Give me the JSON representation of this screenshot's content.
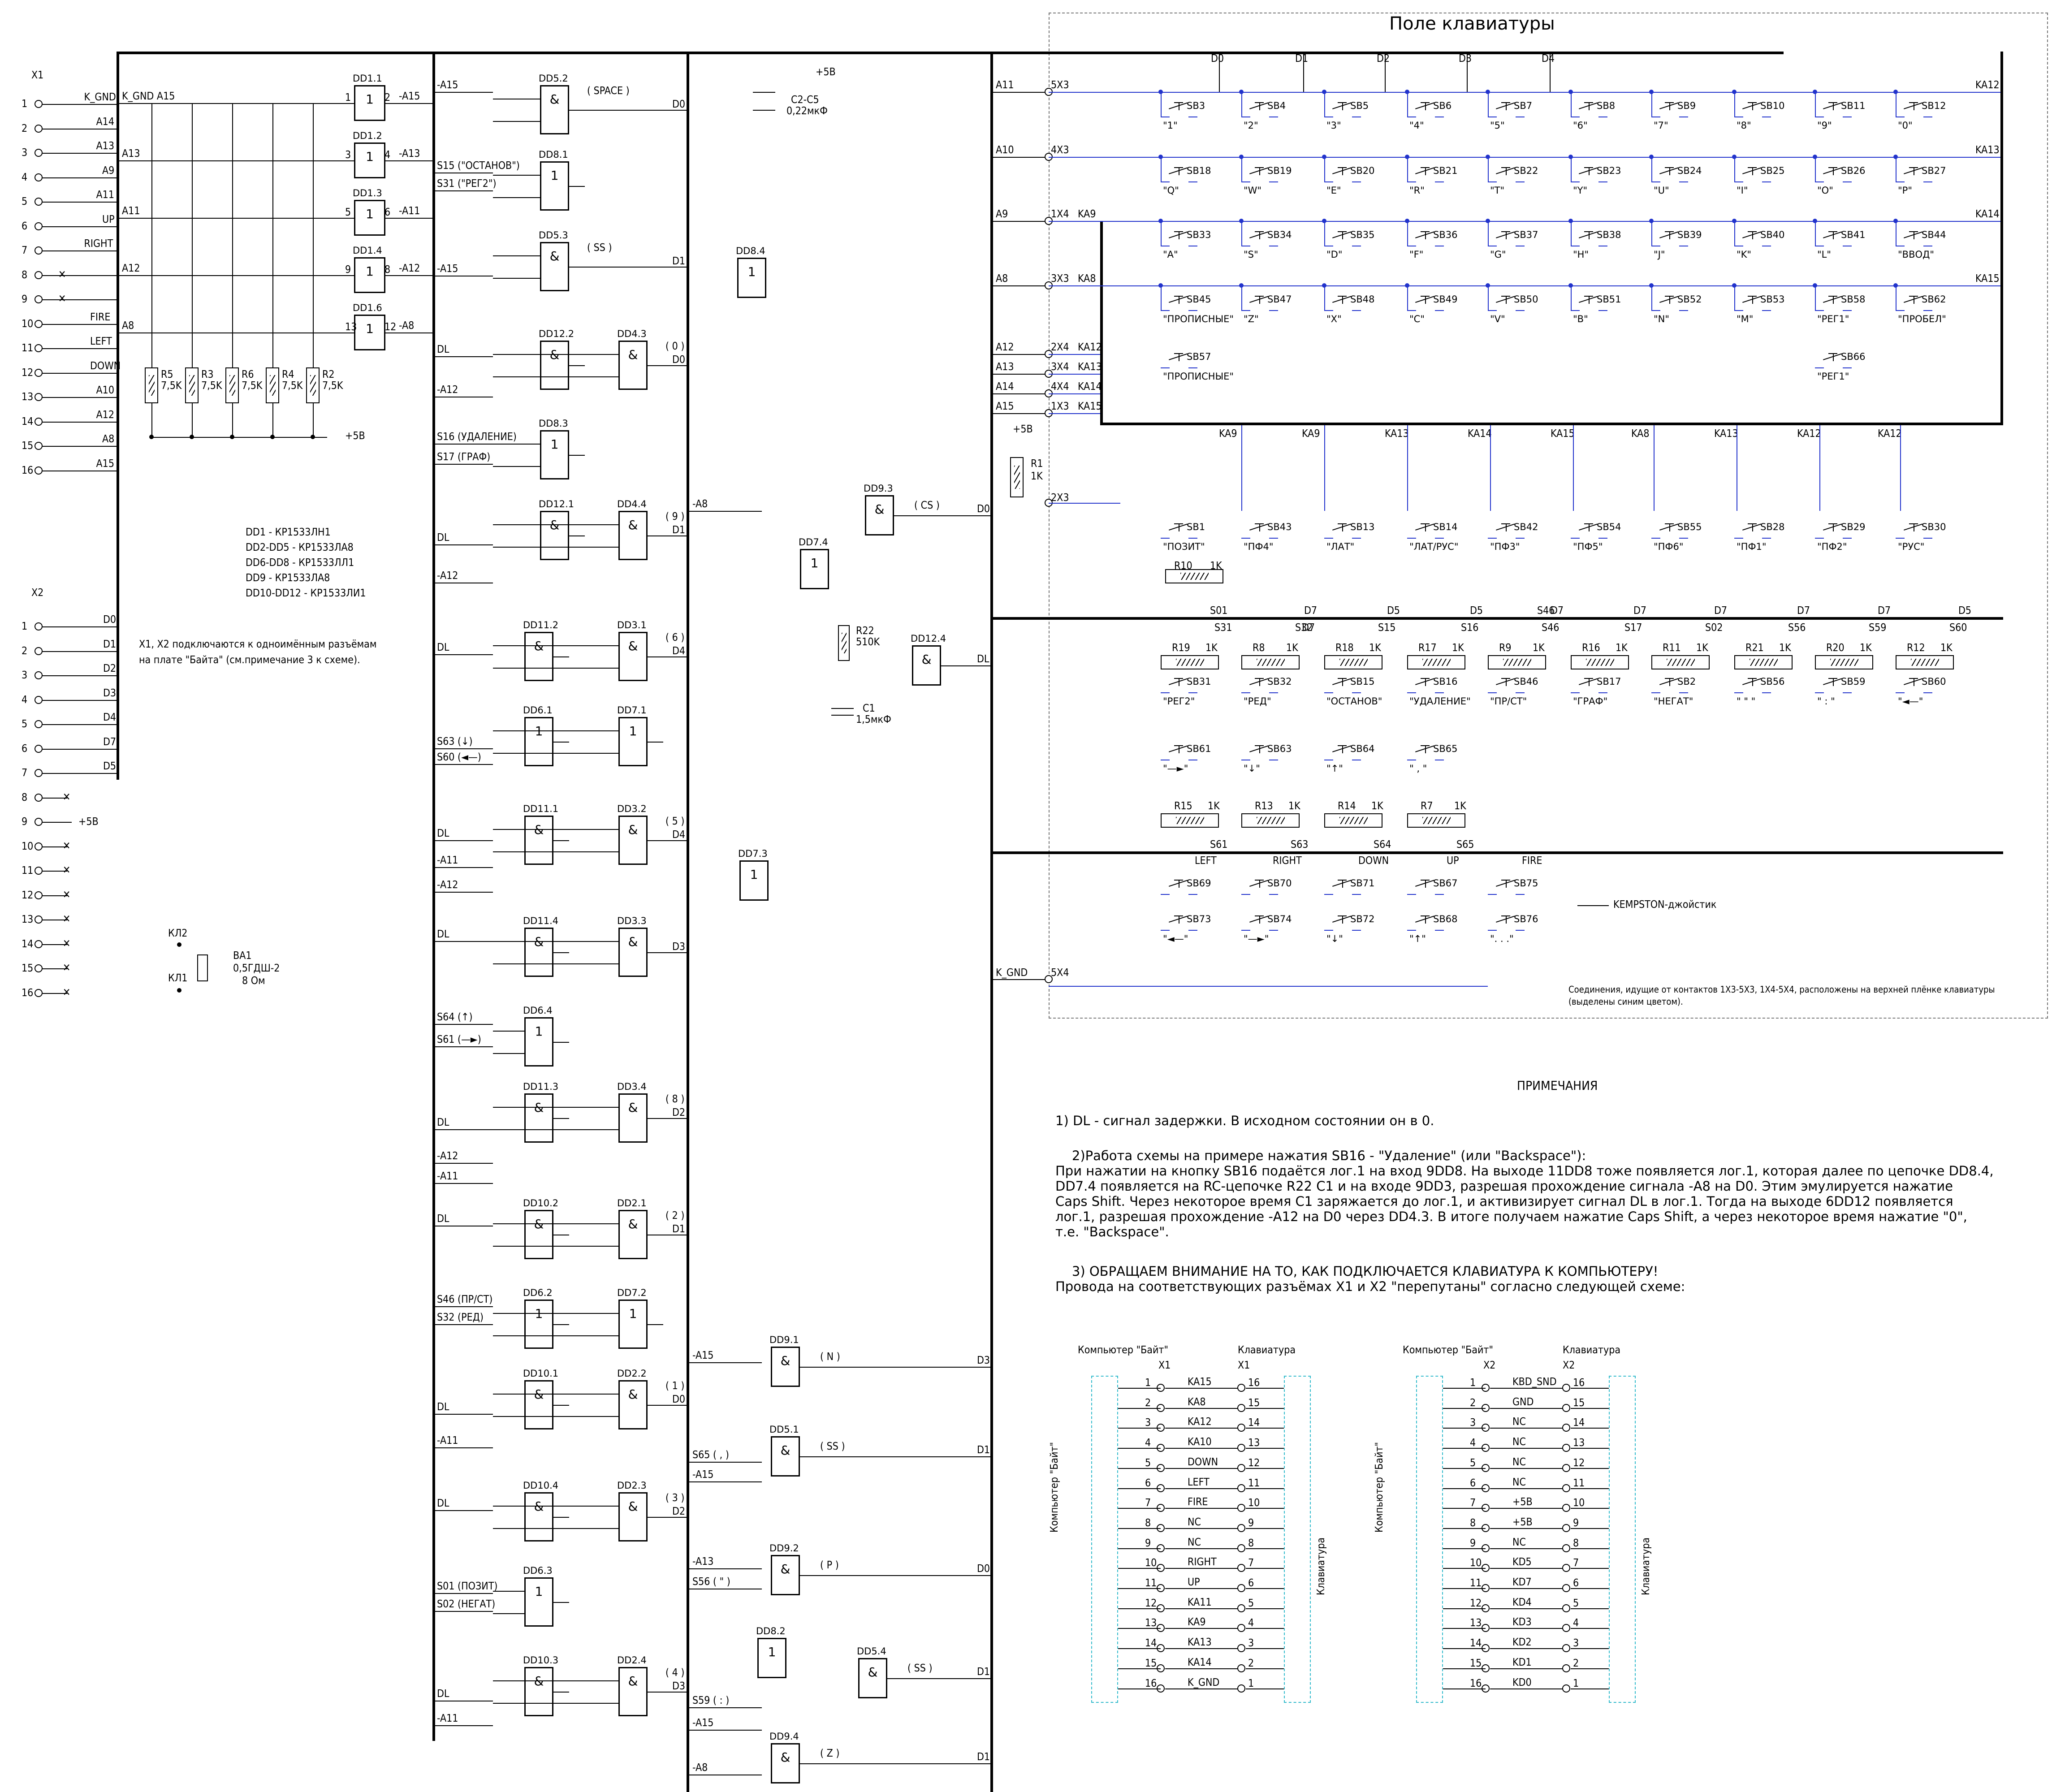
{
  "keyboard_field_title": "Поле клавиатуры",
  "connector_x1": {
    "label": "X1",
    "pins": [
      {
        "n": "1",
        "sig": "K_GND"
      },
      {
        "n": "2",
        "sig": "A14"
      },
      {
        "n": "3",
        "sig": "A13"
      },
      {
        "n": "4",
        "sig": "A9"
      },
      {
        "n": "5",
        "sig": "A11"
      },
      {
        "n": "6",
        "sig": "UP"
      },
      {
        "n": "7",
        "sig": "RIGHT"
      },
      {
        "n": "8",
        "sig": ""
      },
      {
        "n": "9",
        "sig": ""
      },
      {
        "n": "10",
        "sig": "FIRE"
      },
      {
        "n": "11",
        "sig": "LEFT"
      },
      {
        "n": "12",
        "sig": "DOWN"
      },
      {
        "n": "13",
        "sig": "A10"
      },
      {
        "n": "14",
        "sig": "A12"
      },
      {
        "n": "15",
        "sig": "A8"
      },
      {
        "n": "16",
        "sig": "A15"
      }
    ]
  },
  "connector_x2": {
    "label": "X2",
    "pins": [
      {
        "n": "1",
        "sig": "D0"
      },
      {
        "n": "2",
        "sig": "D1"
      },
      {
        "n": "3",
        "sig": "D2"
      },
      {
        "n": "4",
        "sig": "D3"
      },
      {
        "n": "5",
        "sig": "D4"
      },
      {
        "n": "6",
        "sig": "D7"
      },
      {
        "n": "7",
        "sig": "D5"
      },
      {
        "n": "8",
        "sig": ""
      },
      {
        "n": "9",
        "sig": "+5B"
      },
      {
        "n": "10",
        "sig": ""
      },
      {
        "n": "11",
        "sig": ""
      },
      {
        "n": "12",
        "sig": ""
      },
      {
        "n": "13",
        "sig": ""
      },
      {
        "n": "14",
        "sig": ""
      },
      {
        "n": "15",
        "sig": ""
      },
      {
        "n": "16",
        "sig": ""
      }
    ]
  },
  "ic_list": [
    "DD1 - КР1533ЛН1",
    "DD2-DD5 - КР1533ЛА8",
    "DD6-DD8 - КР1533ЛЛ1",
    "DD9 - КР1533ЛА8",
    "DD10-DD12 - КР1533ЛИ1"
  ],
  "x_note": [
    "X1, X2 подключаются к одноимённым разъёмам",
    "на плате \"Байта\" (см.примечание 3 к схеме)."
  ],
  "speaker": {
    "kl2": "КЛ2",
    "kl1": "КЛ1",
    "name": "BA1",
    "type": "0,5ГДШ-2",
    "ohm": "8 Ом"
  },
  "resistors_left": [
    {
      "name": "R5",
      "val": "7,5K"
    },
    {
      "name": "R3",
      "val": "7,5K"
    },
    {
      "name": "R6",
      "val": "7,5K"
    },
    {
      "name": "R4",
      "val": "7,5K"
    },
    {
      "name": "R2",
      "val": "7,5K"
    }
  ],
  "plus5": "+5B",
  "dd1": [
    {
      "name": "DD1.1",
      "in": "1",
      "out": "2",
      "sig": "-A15"
    },
    {
      "name": "DD1.2",
      "in": "3",
      "out": "4",
      "sig": "-A13"
    },
    {
      "name": "DD1.3",
      "in": "5",
      "out": "6",
      "sig": "-A11"
    },
    {
      "name": "DD1.4",
      "in": "9",
      "out": "8",
      "sig": "-A12"
    },
    {
      "name": "DD1.6",
      "in": "13",
      "out": "12",
      "sig": "-A8"
    }
  ],
  "left_bus_inputs": [
    "K_GND A15",
    "A13",
    "A11",
    "A12",
    "A8"
  ],
  "mid_signals": [
    "-A15",
    "S15 (\"ОСТАНОВ\")",
    "S31 (\"РЕГ2\")",
    "-A15",
    "DL",
    "-A12",
    "S16 (УДАЛЕНИЕ)",
    "S17 (ГРАФ)",
    "DL",
    "-A12",
    "DL",
    "S63 (↓)",
    "S60 (◄—)",
    "DL",
    "-A11",
    "-A12",
    "DL",
    "S64 (↑)",
    "S61 (—►)",
    "DL",
    "-A12",
    "-A11",
    "DL",
    "S46 (ПР/СТ)",
    "S32 (РЕД)",
    "DL",
    "-A11",
    "DL",
    "S01 (ПОЗИТ)",
    "S02 (НЕГАТ)",
    "DL",
    "-A11"
  ],
  "gates_mid": [
    {
      "name": "DD5.2",
      "sym": "&",
      "note": "( SPACE )",
      "out": "D0"
    },
    {
      "name": "DD8.1",
      "sym": "1"
    },
    {
      "name": "DD5.3",
      "sym": "&",
      "note": "( SS )",
      "out": "D1"
    },
    {
      "name": "DD12.2",
      "sym": "&"
    },
    {
      "name": "DD4.3",
      "sym": "&",
      "note": "( 0 )",
      "out": "D0"
    },
    {
      "name": "DD8.3",
      "sym": "1"
    },
    {
      "name": "DD12.1",
      "sym": "&"
    },
    {
      "name": "DD4.4",
      "sym": "&",
      "note": "( 9 )",
      "out": "D1"
    },
    {
      "name": "DD11.2",
      "sym": "&"
    },
    {
      "name": "DD3.1",
      "sym": "&",
      "note": "( 6 )",
      "out": "D4"
    },
    {
      "name": "DD6.1",
      "sym": "1"
    },
    {
      "name": "DD7.1",
      "sym": "1"
    },
    {
      "name": "DD11.1",
      "sym": "&"
    },
    {
      "name": "DD3.2",
      "sym": "&",
      "note": "( 5 )",
      "out": "D4"
    },
    {
      "name": "DD11.4",
      "sym": "&"
    },
    {
      "name": "DD3.3",
      "sym": "&",
      "note": "",
      "out": "D3"
    },
    {
      "name": "DD6.4",
      "sym": "1"
    },
    {
      "name": "DD11.3",
      "sym": "&"
    },
    {
      "name": "DD3.4",
      "sym": "&",
      "note": "( 8 )",
      "out": "D2"
    },
    {
      "name": "DD10.2",
      "sym": "&"
    },
    {
      "name": "DD2.1",
      "sym": "&",
      "note": "( 2 )",
      "out": "D1"
    },
    {
      "name": "DD6.2",
      "sym": "1"
    },
    {
      "name": "DD7.2",
      "sym": "1"
    },
    {
      "name": "DD10.1",
      "sym": "&"
    },
    {
      "name": "DD2.2",
      "sym": "&",
      "note": "( 1 )",
      "out": "D0"
    },
    {
      "name": "DD10.4",
      "sym": "&"
    },
    {
      "name": "DD2.3",
      "sym": "&",
      "note": "( 3 )",
      "out": "D2"
    },
    {
      "name": "DD6.3",
      "sym": "1"
    },
    {
      "name": "DD10.3",
      "sym": "&"
    },
    {
      "name": "DD2.4",
      "sym": "&",
      "note": "( 4 )",
      "out": "D3"
    }
  ],
  "gates_right": [
    {
      "name": "DD8.4",
      "sym": "1"
    },
    {
      "name": "DD9.3",
      "sym": "&",
      "note": "( CS )",
      "out": "D0"
    },
    {
      "name": "DD7.4",
      "sym": "1"
    },
    {
      "name": "DD12.4",
      "sym": "&",
      "out": "DL"
    },
    {
      "name": "DD7.3",
      "sym": "1"
    },
    {
      "name": "DD9.1",
      "sym": "&",
      "note": "( N )",
      "out": "D3"
    },
    {
      "name": "DD5.1",
      "sym": "&",
      "note": "( SS )",
      "out": "D1"
    },
    {
      "name": "DD9.2",
      "sym": "&",
      "note": "( P )",
      "out": "D0"
    },
    {
      "name": "DD8.2",
      "sym": "1"
    },
    {
      "name": "DD5.4",
      "sym": "&",
      "note": "( SS )",
      "out": "D1"
    },
    {
      "name": "DD9.4",
      "sym": "&",
      "note": "( Z )",
      "out": "D1"
    }
  ],
  "right_col_signals": [
    "-A8",
    "-A15",
    "S65 ( , )",
    "-A15",
    "-A13",
    "S56 ( \" )",
    "S59 ( : )",
    "-A15",
    "-A8"
  ],
  "caps": {
    "c2c5": "C2-C5",
    "c2c5v": "0,22мкФ",
    "c1": "C1",
    "c1v": "1,5мкФ",
    "r22": "R22",
    "r22v": "510K",
    "r1": "R1",
    "r1v": "1K"
  },
  "col_labels": [
    "D0",
    "D1",
    "D2",
    "D3",
    "D4"
  ],
  "row_inputs": [
    {
      "addr": "A11",
      "x": "5X3",
      "ka": "KA12"
    },
    {
      "addr": "A10",
      "x": "4X3",
      "ka": "KA13"
    },
    {
      "addr": "A9",
      "x": "1X4",
      "ka": "KA14",
      "ka2": "KA9"
    },
    {
      "addr": "A8",
      "x": "3X3",
      "ka": "KA15",
      "ka2": "KA8"
    },
    {
      "addr": "A12",
      "x": "2X4",
      "ka2": "KA12"
    },
    {
      "addr": "A13",
      "x": "3X4",
      "ka2": "KA13"
    },
    {
      "addr": "A14",
      "x": "4X4",
      "ka2": "KA14"
    },
    {
      "addr": "A15",
      "x": "1X3",
      "ka2": "KA15"
    }
  ],
  "keys_rows": [
    [
      [
        "SB3",
        "\"1\""
      ],
      [
        "SB4",
        "\"2\""
      ],
      [
        "SB5",
        "\"3\""
      ],
      [
        "SB6",
        "\"4\""
      ],
      [
        "SB7",
        "\"5\""
      ],
      [
        "SB8",
        "\"6\""
      ],
      [
        "SB9",
        "\"7\""
      ],
      [
        "SB10",
        "\"8\""
      ],
      [
        "SB11",
        "\"9\""
      ],
      [
        "SB12",
        "\"0\""
      ]
    ],
    [
      [
        "SB18",
        "\"Q\""
      ],
      [
        "SB19",
        "\"W\""
      ],
      [
        "SB20",
        "\"E\""
      ],
      [
        "SB21",
        "\"R\""
      ],
      [
        "SB22",
        "\"T\""
      ],
      [
        "SB23",
        "\"Y\""
      ],
      [
        "SB24",
        "\"U\""
      ],
      [
        "SB25",
        "\"I\""
      ],
      [
        "SB26",
        "\"O\""
      ],
      [
        "SB27",
        "\"P\""
      ]
    ],
    [
      [
        "SB33",
        "\"A\""
      ],
      [
        "SB34",
        "\"S\""
      ],
      [
        "SB35",
        "\"D\""
      ],
      [
        "SB36",
        "\"F\""
      ],
      [
        "SB37",
        "\"G\""
      ],
      [
        "SB38",
        "\"H\""
      ],
      [
        "SB39",
        "\"J\""
      ],
      [
        "SB40",
        "\"K\""
      ],
      [
        "SB41",
        "\"L\""
      ],
      [
        "SB44",
        "\"ВВОД\""
      ]
    ],
    [
      [
        "SB45",
        "\"ПРОПИСНЫЕ\""
      ],
      [
        "SB47",
        "\"Z\""
      ],
      [
        "SB48",
        "\"X\""
      ],
      [
        "SB49",
        "\"C\""
      ],
      [
        "SB50",
        "\"V\""
      ],
      [
        "SB51",
        "\"B\""
      ],
      [
        "SB52",
        "\"N\""
      ],
      [
        "SB53",
        "\"M\""
      ],
      [
        "SB58",
        "\"РЕГ1\""
      ],
      [
        "SB62",
        "\"ПРОБЕЛ\""
      ]
    ]
  ],
  "key_sb57": [
    "SB57",
    "\"ПРОПИСНЫЕ\""
  ],
  "key_sb66": [
    "SB66",
    "\"РЕГ1\""
  ],
  "ka_row": [
    "KA9",
    "KA9",
    "KA13",
    "KA14",
    "KA15",
    "KA8",
    "KA13",
    "KA12",
    "KA12"
  ],
  "row_2x3": "2X3",
  "func_keys": [
    [
      "SB1",
      "\"ПОЗИТ\""
    ],
    [
      "SB43",
      "\"ПФ4\""
    ],
    [
      "SB13",
      "\"ЛАТ\""
    ],
    [
      "SB14",
      "\"ЛАТ/РУС\""
    ],
    [
      "SB42",
      "\"ПФ3\""
    ],
    [
      "SB54",
      "\"ПФ5\""
    ],
    [
      "SB55",
      "\"ПФ6\""
    ],
    [
      "SB28",
      "\"ПФ1\""
    ],
    [
      "SB29",
      "\"ПФ2\""
    ],
    [
      "SB30",
      "\"РУС\""
    ]
  ],
  "r10": [
    "R10",
    "1K"
  ],
  "func_bottom": [
    [
      "S01",
      ""
    ],
    [
      "",
      "D7"
    ],
    [
      "",
      "D5"
    ],
    [
      "",
      "D5"
    ],
    [
      "S46",
      "D7"
    ],
    [
      "",
      "D7"
    ],
    [
      "",
      "D7"
    ],
    [
      "",
      "D7"
    ],
    [
      "",
      "D7"
    ],
    [
      "",
      "D5"
    ]
  ],
  "shift_header": [
    [
      "S31",
      ""
    ],
    [
      "S32",
      "D7"
    ],
    [
      "S15",
      ""
    ],
    [
      "S16",
      ""
    ],
    [
      "S46",
      ""
    ],
    [
      "S17",
      ""
    ],
    [
      "S02",
      ""
    ],
    [
      "S56",
      ""
    ],
    [
      "S59",
      ""
    ],
    [
      "S60",
      ""
    ]
  ],
  "shift_res": [
    [
      "R19",
      "1K"
    ],
    [
      "R8",
      "1K"
    ],
    [
      "R18",
      "1K"
    ],
    [
      "R17",
      "1K"
    ],
    [
      "R9",
      "1K"
    ],
    [
      "R16",
      "1K"
    ],
    [
      "R11",
      "1K"
    ],
    [
      "R21",
      "1K"
    ],
    [
      "R20",
      "1K"
    ],
    [
      "R12",
      "1K"
    ]
  ],
  "shift_keys": [
    [
      "SB31",
      "\"РЕГ2\""
    ],
    [
      "SB32",
      "\"РЕД\""
    ],
    [
      "SB15",
      "\"ОСТАНОВ\""
    ],
    [
      "SB16",
      "\"УДАЛЕНИЕ\""
    ],
    [
      "SB46",
      "\"ПР/СТ\""
    ],
    [
      "SB17",
      "\"ГРАФ\""
    ],
    [
      "SB2",
      "\"НЕГАТ\""
    ],
    [
      "SB56",
      "\" \" \""
    ],
    [
      "SB59",
      "\" : \""
    ],
    [
      "SB60",
      "\"◄—\""
    ]
  ],
  "arrow_keys": [
    [
      "SB61",
      "\"—►\""
    ],
    [
      "SB63",
      "\"↓\""
    ],
    [
      "SB64",
      "\"↑\""
    ],
    [
      "SB65",
      "\" , \""
    ]
  ],
  "arrow_res": [
    [
      "R15",
      "1K",
      "S61"
    ],
    [
      "R13",
      "1K",
      "S63"
    ],
    [
      "R14",
      "1K",
      "S64"
    ],
    [
      "R7",
      "1K",
      "S65"
    ]
  ],
  "joy_dirs": [
    "LEFT",
    "RIGHT",
    "DOWN",
    "UP",
    "FIRE"
  ],
  "joy_keys_top": [
    "SB69",
    "SB70",
    "SB71",
    "SB67",
    "SB75"
  ],
  "joy_keys_bot": [
    [
      "SB73",
      "\"◄—\""
    ],
    [
      "SB74",
      "\"—►\""
    ],
    [
      "SB72",
      "\"↓\""
    ],
    [
      "SB68",
      "\"↑\""
    ],
    [
      "SB76",
      "\". . .\""
    ]
  ],
  "kempston": "KEMPSTON-джойстик",
  "kgnd": "K_GND",
  "x54": "5X4",
  "blue_note": [
    "Соединения, идущие от контактов 1X3-5X3, 1X4-5X4, расположены на верхней плёнке клавиатуры",
    "(выделены синим цветом)."
  ],
  "notes_title": "ПРИМЕЧАНИЯ",
  "notes": [
    "1) DL - сигнал задержки. В исходном состоянии он в 0.",
    "    2)Работа схемы на примере нажатия SB16 - \"Удаление\" (или \"Backspace\"):",
    "При нажатии на кнопку SB16 подаётся лог.1 на вход 9DD8. На выходе 11DD8 тоже появляется лог.1, которая далее по цепочке DD8.4,",
    "DD7.4 появляется на RC-цепочке R22 C1 и на входе 9DD3, разрешая прохождение сигнала -A8 на D0. Этим эмулируется нажатие",
    "Caps Shift. Через некоторое время C1 заряжается до лог.1, и активизирует сигнал DL в лог.1. Тогда на выходе 6DD12 появляется",
    "лог.1, разрешая прохождение -A12 на D0 через DD4.3. В итоге получаем нажатие Caps Shift, а через некоторое время нажатие \"0\",",
    "т.е. \"Backspace\".",
    "    3) ОБРАЩАЕМ ВНИМАНИЕ НА ТО, КАК ПОДКЛЮЧАЕТСЯ КЛАВИАТУРА К КОМПЬЮТЕРУ!",
    "Провода на соответствующих разъёмах X1 и X2 \"перепутаны\" согласно следующей схеме:"
  ],
  "wiring_x1": {
    "left_title": "Компьютер \"Байт\"",
    "right_title": "Клавиатура",
    "lx": "X1",
    "rx": "X1",
    "side_left": "Компьютер \"Байт\"",
    "side_right": "Клавиатура",
    "rows": [
      [
        "1",
        "KA15",
        "16"
      ],
      [
        "2",
        "KA8",
        "15"
      ],
      [
        "3",
        "KA12",
        "14"
      ],
      [
        "4",
        "KA10",
        "13"
      ],
      [
        "5",
        "DOWN",
        "12"
      ],
      [
        "6",
        "LEFT",
        "11"
      ],
      [
        "7",
        "FIRE",
        "10"
      ],
      [
        "8",
        "NC",
        "9"
      ],
      [
        "9",
        "NC",
        "8"
      ],
      [
        "10",
        "RIGHT",
        "7"
      ],
      [
        "11",
        "UP",
        "6"
      ],
      [
        "12",
        "KA11",
        "5"
      ],
      [
        "13",
        "KA9",
        "4"
      ],
      [
        "14",
        "KA13",
        "3"
      ],
      [
        "15",
        "KA14",
        "2"
      ],
      [
        "16",
        "K_GND",
        "1"
      ]
    ]
  },
  "wiring_x2": {
    "left_title": "Компьютер \"Байт\"",
    "right_title": "Клавиатура",
    "lx": "X2",
    "rx": "X2",
    "side_left": "Компьютер \"Байт\"",
    "side_right": "Клавиатура",
    "rows": [
      [
        "1",
        "KBD_SND",
        "16"
      ],
      [
        "2",
        "GND",
        "15"
      ],
      [
        "3",
        "NC",
        "14"
      ],
      [
        "4",
        "NC",
        "13"
      ],
      [
        "5",
        "NC",
        "12"
      ],
      [
        "6",
        "NC",
        "11"
      ],
      [
        "7",
        "+5B",
        "10"
      ],
      [
        "8",
        "+5B",
        "9"
      ],
      [
        "9",
        "NC",
        "8"
      ],
      [
        "10",
        "KD5",
        "7"
      ],
      [
        "11",
        "KD7",
        "6"
      ],
      [
        "12",
        "KD4",
        "5"
      ],
      [
        "13",
        "KD3",
        "4"
      ],
      [
        "14",
        "KD2",
        "3"
      ],
      [
        "15",
        "KD1",
        "2"
      ],
      [
        "16",
        "KD0",
        "1"
      ]
    ]
  },
  "colors": {
    "blue_wire": "#2233cc",
    "dashed": "#777777",
    "cyan": "#33bbcc"
  }
}
